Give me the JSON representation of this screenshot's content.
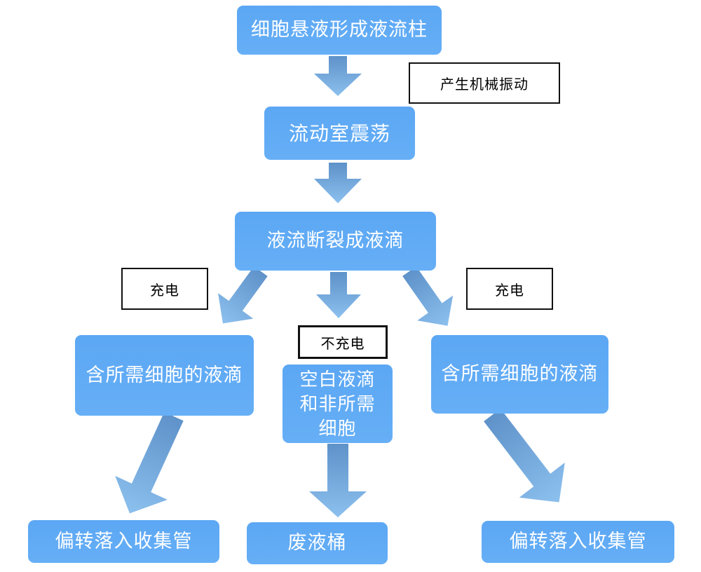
{
  "diagram": {
    "type": "flowchart",
    "nodes": {
      "top": "细胞悬液形成液流柱",
      "flow_chamber": "流动室震荡",
      "breakup": "液流断裂成液滴",
      "left_droplet": "含所需细胞的液滴",
      "mid_droplet": "空白液滴\n和非所需\n细胞",
      "right_droplet": "含所需细胞的液滴",
      "bottom_left": "偏转落入收集管",
      "bottom_mid": "废液桶",
      "bottom_right": "偏转落入收集管"
    },
    "labels": {
      "mechanical_vibration": "产生机械振动",
      "charge_left": "充电",
      "no_charge": "不充电",
      "charge_right": "充电"
    },
    "edges": [
      {
        "from": "top",
        "to": "flow_chamber",
        "style": "straight-down"
      },
      {
        "from": "flow_chamber",
        "to": "breakup",
        "style": "straight-down"
      },
      {
        "from": "breakup",
        "to": "left_droplet",
        "style": "diagonal-left"
      },
      {
        "from": "breakup",
        "to": "mid_droplet",
        "style": "straight-down"
      },
      {
        "from": "breakup",
        "to": "right_droplet",
        "style": "diagonal-right"
      },
      {
        "from": "left_droplet",
        "to": "bottom_left",
        "style": "diagonal-left"
      },
      {
        "from": "mid_droplet",
        "to": "bottom_mid",
        "style": "straight-down"
      },
      {
        "from": "right_droplet",
        "to": "bottom_right",
        "style": "diagonal-right"
      }
    ],
    "colors": {
      "node_fill_top": "#5CA7F4",
      "node_fill_bottom": "#66AFF6",
      "node_text": "#FFFFFF",
      "arrow_gradient_start": "#5E92C9",
      "arrow_gradient_end": "#8CC0EE",
      "label_bg": "#FFFFFF",
      "label_border": "#111111",
      "label_text": "#000000",
      "background": "#FFFFFF"
    }
  }
}
